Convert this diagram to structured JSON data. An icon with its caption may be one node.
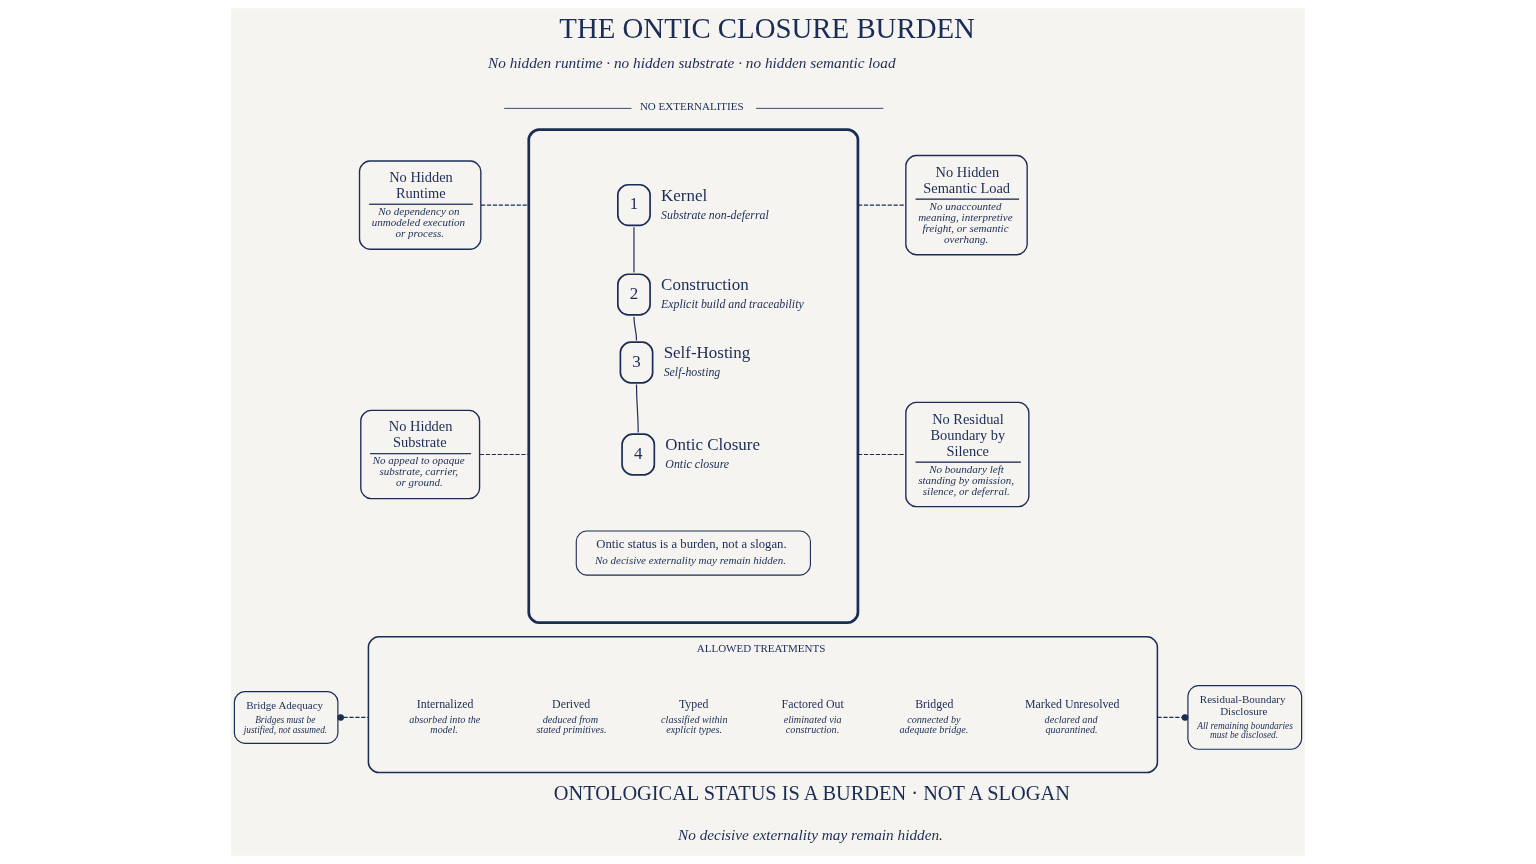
{
  "diagram": {
    "title": "THE ONTIC CLOSURE BURDEN",
    "nodes": [
      {
        "text": [
          "No Hidden Runtime",
          "No dependency on unmodeled execution or process."
        ]
      },
      {
        "text": [],
        "shape": "box"
      },
      {
        "text": [
          "1"
        ],
        "beside": [
          "Kernel",
          "Substrate non-deferral"
        ],
        "in": 1
      },
      {
        "text": [
          "2"
        ],
        "beside": [
          "Construction",
          "Explicit build and traceability"
        ],
        "in": 1
      },
      {
        "text": [
          "3"
        ],
        "beside": [
          "Self-Hosting",
          "Self-hosting"
        ],
        "in": 1
      },
      {
        "text": [
          "4"
        ],
        "beside": [
          "Ontic Closure",
          "Ontic closure"
        ],
        "in": 1
      },
      {
        "text": [
          "Ontic status is a burden, not a slogan.",
          "No decisive externality may remain hidden."
        ],
        "in": 1
      },
      {
        "text": [
          "No Hidden Semantic Load",
          "No unaccounted meaning, interpretive freight, or semantic overhang."
        ]
      },
      {
        "text": [
          "No Hidden Substrate",
          "No appeal to opaque substrate, carrier, or ground."
        ]
      },
      {
        "text": [
          "No Residual Boundary by Silence",
          "No boundary left standing by omission, silence, or deferral."
        ]
      },
      {
        "text": [
          "Bridge Adequacy",
          "Bridges must be justified, not assumed."
        ]
      },
      {
        "text": [
          "ALLOWED TREATMENTS"
        ]
      },
      {
        "text": [
          "Internalized",
          "absorbed into the model."
        ],
        "in": 11
      },
      {
        "text": [
          "Derived",
          "deduced from stated primitives."
        ],
        "in": 11
      },
      {
        "text": [
          "Typed",
          "classified within explicit types."
        ],
        "in": 11
      },
      {
        "text": [
          "Factored Out",
          "eliminated via construction."
        ],
        "in": 11
      },
      {
        "text": [
          "Bridged",
          "connected by adequate bridge."
        ],
        "in": 11
      },
      {
        "text": [
          "Marked Unresolved",
          "declared and quarantined."
        ],
        "in": 11
      },
      {
        "text": [
          "Residual-Boundary Disclosure",
          "All remaining boundaries must be disclosed."
        ]
      }
    ],
    "edges": [
      {
        "from": 0,
        "to": 1,
        "arrow": "none",
        "style": "dashed"
      },
      {
        "from": 1,
        "to": 7,
        "arrow": "none",
        "style": "dashed"
      },
      {
        "from": 8,
        "to": 1,
        "arrow": "none",
        "style": "dashed"
      },
      {
        "from": 1,
        "to": 9,
        "arrow": "none",
        "style": "dashed"
      },
      {
        "from": 2,
        "to": 3,
        "arrow": "none"
      },
      {
        "from": 3,
        "to": 4,
        "arrow": "none"
      },
      {
        "from": 4,
        "to": 5,
        "arrow": "none"
      },
      {
        "from": 10,
        "to": 11,
        "arrow": "other",
        "style": "dashed"
      },
      {
        "from": 11,
        "to": 18,
        "arrow": "other",
        "style": "dashed"
      }
    ],
    "labels": [
      "No hidden runtime · no hidden substrate · no hidden semantic load",
      "NO EXTERNALITIES",
      "ONTOLOGICAL STATUS IS A BURDEN · NOT A SLOGAN",
      "No decisive externality may remain hidden."
    ]
  }
}
